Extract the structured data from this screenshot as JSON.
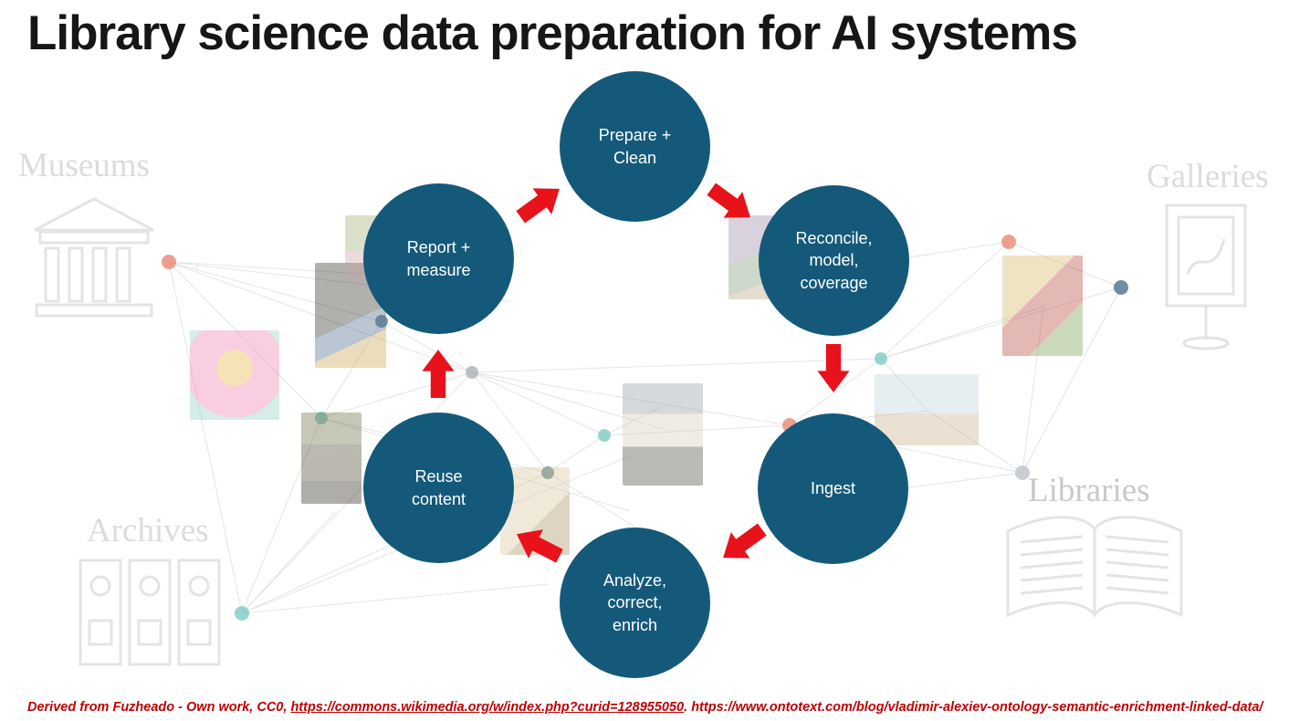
{
  "title": "Library science data preparation for AI systems",
  "colors": {
    "step_circle": "#14597A",
    "arrow": "#E8121A",
    "faded_label": "#DCDCDC",
    "footer_text": "#C00000"
  },
  "cycle": {
    "steps": [
      {
        "id": "prepare-clean",
        "label": "Prepare +\nClean"
      },
      {
        "id": "reconcile-model-coverage",
        "label": "Reconcile,\nmodel,\ncoverage"
      },
      {
        "id": "ingest",
        "label": "Ingest"
      },
      {
        "id": "analyze-correct-enrich",
        "label": "Analyze,\ncorrect,\nenrich"
      },
      {
        "id": "reuse-content",
        "label": "Reuse\ncontent"
      },
      {
        "id": "report-measure",
        "label": "Report +\nmeasure"
      }
    ]
  },
  "background": {
    "labels": [
      {
        "text": "Museums"
      },
      {
        "text": "Galleries"
      },
      {
        "text": "Archives"
      },
      {
        "text": "Libraries"
      }
    ],
    "icons": [
      "museum-building-icon",
      "gallery-frame-icon",
      "archive-binders-icon",
      "library-open-book-icon"
    ],
    "artworks": [
      "pop-art-portrait",
      "girl-with-pearl-earring",
      "small-portrait",
      "mona-lisa",
      "sepia-sketch",
      "american-gothic",
      "impressionist-painting",
      "trinity-icon-painting",
      "greek-temple-photo"
    ]
  },
  "footer": {
    "prefix": "Derived from Fuzheado - Own work, CC0, ",
    "link": "https://commons.wikimedia.org/w/index.php?curid=128955050",
    "separator": ". ",
    "second_url": "https://www.ontotext.com/blog/vladimir-alexiev-ontology-semantic-enrichment-linked-data/"
  }
}
